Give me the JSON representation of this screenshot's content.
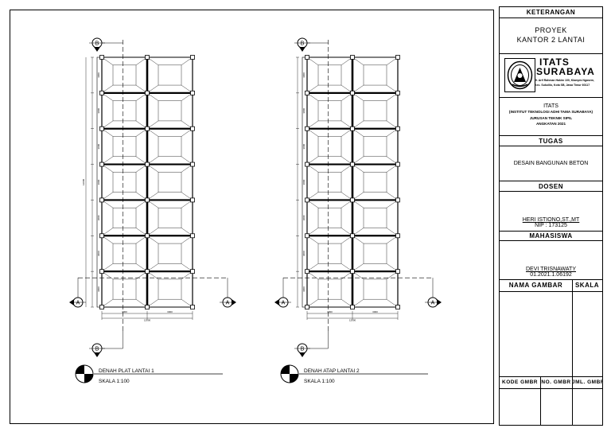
{
  "plans": [
    {
      "title": "DENAH PLAT LANTAI 1",
      "scale": "SKALA   1:100",
      "dim_bottom_left": "3000",
      "dim_bottom_right": "3000",
      "dim_total": "12000",
      "dim_side": "3000"
    },
    {
      "title": "DENAH ATAP LANTAI 2",
      "scale": "SKALA   1:100",
      "dim_bottom_left": "3000",
      "dim_bottom_right": "3000",
      "dim_total": "12000",
      "dim_side": "3000"
    }
  ],
  "section_marks": {
    "a": "A",
    "b": "B"
  },
  "title_block": {
    "keterangan": "KETERANGAN",
    "proyek": "PROYEK",
    "project_name": "KANTOR 2 LANTAI",
    "logo_line1": "ITATS",
    "logo_line2": "SURABAYA",
    "logo_address1": "Jl. Arif Rahman Hakim 100, Klampis Ngasem,",
    "logo_address2": "Kec. Sukolilo, Kota SB, Jawa Timur 60117",
    "inst_short": "ITATS",
    "inst_full": "(INSTITUT TEKNOLOGI ADHI TAMA SURABAYA)",
    "department": "JURUSAN TEKNIK SIPIL",
    "cohort": "ANGKATAN 2021",
    "tugas_label": "TUGAS",
    "tugas_value": "DESAIN BANGUNAN BETON",
    "dosen_label": "DOSEN",
    "dosen_name": "HERI ISTIONO,ST.,MT",
    "dosen_nip": "NIP : 173125",
    "mahasiswa_label": "MAHASISWA",
    "mahasiswa_name": "DEVI TRISNAWATY",
    "mahasiswa_nim": "01.2021.1.06192",
    "nama_gambar_label": "NAMA GAMBAR",
    "skala_label": "SKALA",
    "kode_label": "KODE GMBR",
    "no_label": "NO. GMBR",
    "jml_label": "JML. GMBR"
  }
}
